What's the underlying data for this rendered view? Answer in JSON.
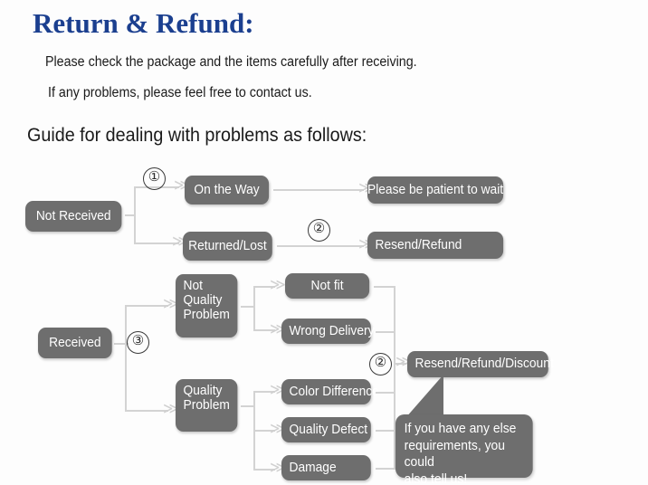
{
  "header": {
    "title": "Return & Refund:",
    "line1": "Please check the package and the items carefully after receiving.",
    "line2": "If any problems, please feel free to contact us.",
    "guide": "Guide for dealing with problems as follows:"
  },
  "colors": {
    "title": "#1b3f8f",
    "node_bg": "#6e6e6e",
    "node_text": "#ffffff",
    "line": "#d3d3d3",
    "background": "#fdfdfd"
  },
  "flow": {
    "nodes": {
      "not_received": "Not Received",
      "on_the_way": "On the Way",
      "returned_lost": "Returned/Lost",
      "please_wait": "Please be patient to wait",
      "resend_refund": "Resend/Refund",
      "received": "Received",
      "not_quality_problem": "Not\nQuality\nProblem",
      "quality_problem": "Quality\nProblem",
      "not_fit": "Not fit",
      "wrong_delivery": "Wrong Delivery",
      "color_difference": "Color Difference",
      "quality_defect": "Quality Defect",
      "damage": "Damage",
      "resend_refund_discount": "Resend/Refund/Discount"
    },
    "markers": {
      "one": "①",
      "two_top": "②",
      "three": "③",
      "two_bottom": "②"
    },
    "callout": "If you have any else\nrequirements, you could\nalso tell us!",
    "arrow_glyph": "≫"
  }
}
